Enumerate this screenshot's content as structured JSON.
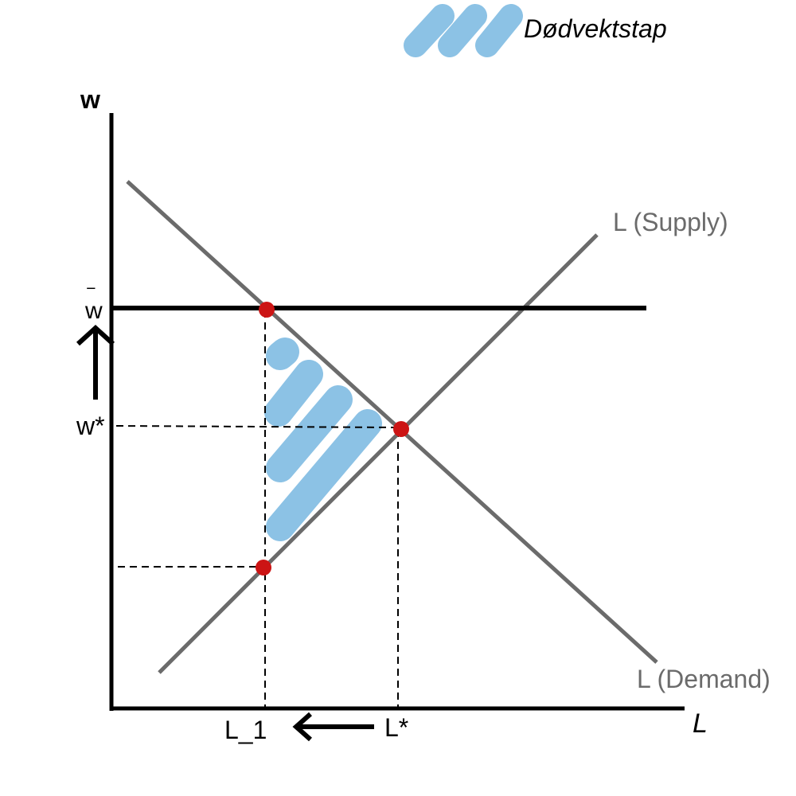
{
  "legend": {
    "label": "Dødvektstap",
    "swatch_color": "#8cc2e5"
  },
  "axes": {
    "y_label": "w",
    "x_label": "L"
  },
  "curves": {
    "supply_label": "L (Supply)",
    "demand_label": "L (Demand)",
    "curve_color": "#6b6b6b"
  },
  "price_floor": {
    "w_label": "w",
    "w_bar_symbol": "‾"
  },
  "equilibrium": {
    "w_label": "w*",
    "l_label": "L*"
  },
  "quantity": {
    "l1_label": "L_1"
  },
  "colors": {
    "point": "#cc1414",
    "deadweight": "#8cc2e5",
    "axis": "#000000"
  }
}
